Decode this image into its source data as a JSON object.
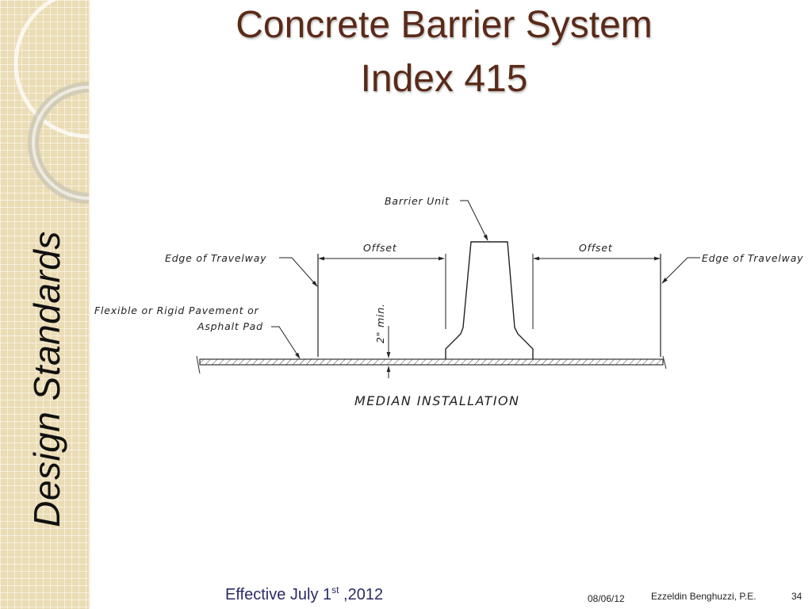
{
  "slide": {
    "title_line1": "Concrete Barrier System",
    "title_line2": "Index 415",
    "side_title": "Design Standards"
  },
  "diagram": {
    "barrier_unit": "Barrier Unit",
    "offset_left": "Offset",
    "offset_right": "Offset",
    "edge_left": "Edge of Travelway",
    "edge_right": "Edge of Travelway",
    "pavement_line1": "Flexible or Rigid Pavement or",
    "pavement_line2": "Asphalt Pad",
    "min_thickness": "2\" min.",
    "caption": "MEDIAN INSTALLATION"
  },
  "footer": {
    "effective_prefix": "Effective July 1",
    "effective_sup": "st",
    "effective_suffix": " ,2012",
    "date": "08/06/12",
    "author": "Ezzeldin Benghuzzi, P.E.",
    "page": "34"
  }
}
